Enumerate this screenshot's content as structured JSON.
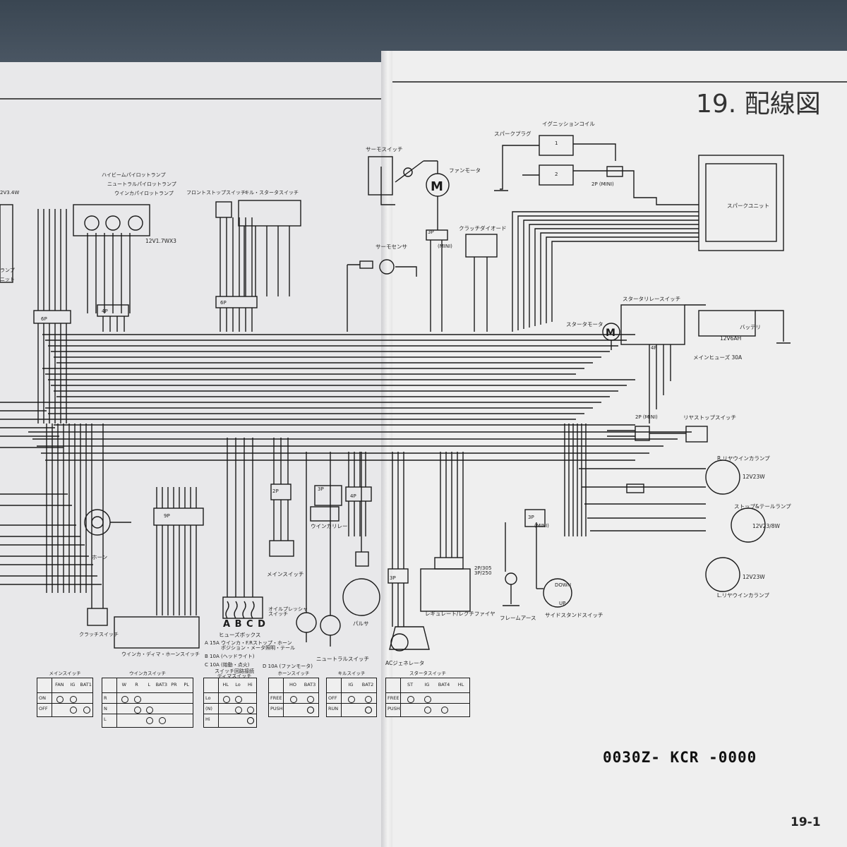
{
  "page": {
    "title": "19. 配線図",
    "part_number": "0030Z- KCR -0000",
    "page_number": "19-1"
  },
  "components": {
    "spark_plug": "スパークプラグ",
    "ignition_coil": "イグニッションコイル",
    "coil_1": "1",
    "coil_2": "2",
    "spark_unit": "スパークユニット",
    "thermo_switch": "サーモスイッチ",
    "fan_motor": "ファンモータ",
    "clutch_diode": "クラッチダイオード",
    "thermo_sensor": "サーモセンサ",
    "hibeam_pilot": "ハイビームパイロットランプ",
    "neutral_pilot": "ニュートラルパイロットランプ",
    "winker_pilot": "ウインカパイロットランプ",
    "pilot_rating": "12V1.7WX3",
    "front_stop_switch": "フロントストップスイッチ",
    "key_starter_switch": "キル・スタータスイッチ",
    "starter_relay": "スタータリレースイッチ",
    "starter_motor": "スタータモータ",
    "battery": "バッテリ",
    "battery_rating": "12V6AH",
    "main_fuse": "メインヒューズ 30A",
    "rear_stop_switch": "リヤストップスイッチ",
    "r_winker": "R.リヤウインカランプ",
    "rating_23w_a": "12V23W",
    "stop_tail": "ストップ&テールランプ",
    "rating_stop": "12V23/8W",
    "rating_23w_b": "12V23W",
    "l_winker": "L.リヤウインカランプ",
    "side_stand": "サイドスタンドスイッチ",
    "frame_earth": "フレームアース",
    "regulator": "レギュレート/レクチファイヤ",
    "reg_rating": "2P/305\n3P/250",
    "ac_gen": "ACジェネレータ",
    "pulser": "パルサ",
    "neutral_switch": "ニュートラルスイッチ",
    "oil_pressure": "オイルプレッシャ\nスイッチ",
    "winker_relay": "ウインカリレー",
    "main_switch": "メインスイッチ",
    "fuse_box": "ヒューズボックス",
    "fuse_letters": "A B C D",
    "horn": "ホーン",
    "clutch_switch": "クラッチスイッチ",
    "winker_dimmer_horn": "ウインカ・ディマ・ホーンスイッチ",
    "rating_left": "2V3.4W",
    "left_lamp": "ランプ",
    "left_unit": "ニット",
    "down": "DOWN",
    "up": "UP",
    "mini": "(MINI)",
    "p2mini": "2P (MINI)",
    "p3": "3P",
    "p4": "4P",
    "p6": "6P",
    "p9": "9P",
    "p2": "2P"
  },
  "fuses": [
    {
      "letter": "A",
      "text": "15A",
      "desc": "ウインカ・F.Rストップ・ホーン\nポジション・メータ照明・テール"
    },
    {
      "letter": "B",
      "text": "10A",
      "desc": "ヘッドライト"
    },
    {
      "letter": "C",
      "text": "10A",
      "desc": "始動・点火"
    },
    {
      "letter": "D",
      "text": "10A",
      "desc": "ファンモータ"
    }
  ],
  "tables": {
    "header_mid": "スイッチ回路接続\nディマスイッチ",
    "main": {
      "title": "メインスイッチ",
      "cols": [
        "FAN",
        "IG",
        "BAT1"
      ],
      "rows": [
        "ON",
        "OFF"
      ]
    },
    "winker": {
      "title": "ウインカスイッチ",
      "cols": [
        "W",
        "R",
        "L",
        "BAT3",
        "PR",
        "PL"
      ],
      "rows": [
        "R",
        "N",
        "L"
      ]
    },
    "dimmer": {
      "title": "",
      "cols": [
        "HL",
        "Lo",
        "Hi"
      ],
      "rows": [
        "Lo",
        "(N)",
        "Hi"
      ]
    },
    "horn": {
      "title": "ホーンスイッチ",
      "cols": [
        "HO",
        "BAT3"
      ],
      "rows": [
        "FREE",
        "PUSH"
      ]
    },
    "kill": {
      "title": "キルスイッチ",
      "cols": [
        "IG",
        "BAT2"
      ],
      "rows": [
        "OFF",
        "RUN"
      ]
    },
    "starter": {
      "title": "スタータスイッチ",
      "cols": [
        "ST",
        "IG",
        "BAT4",
        "HL"
      ],
      "rows": [
        "FREE",
        "PUSH"
      ]
    }
  },
  "colors": {
    "ink": "#1a1a1a",
    "paper": "#efefef",
    "background": "#2f3a45"
  }
}
